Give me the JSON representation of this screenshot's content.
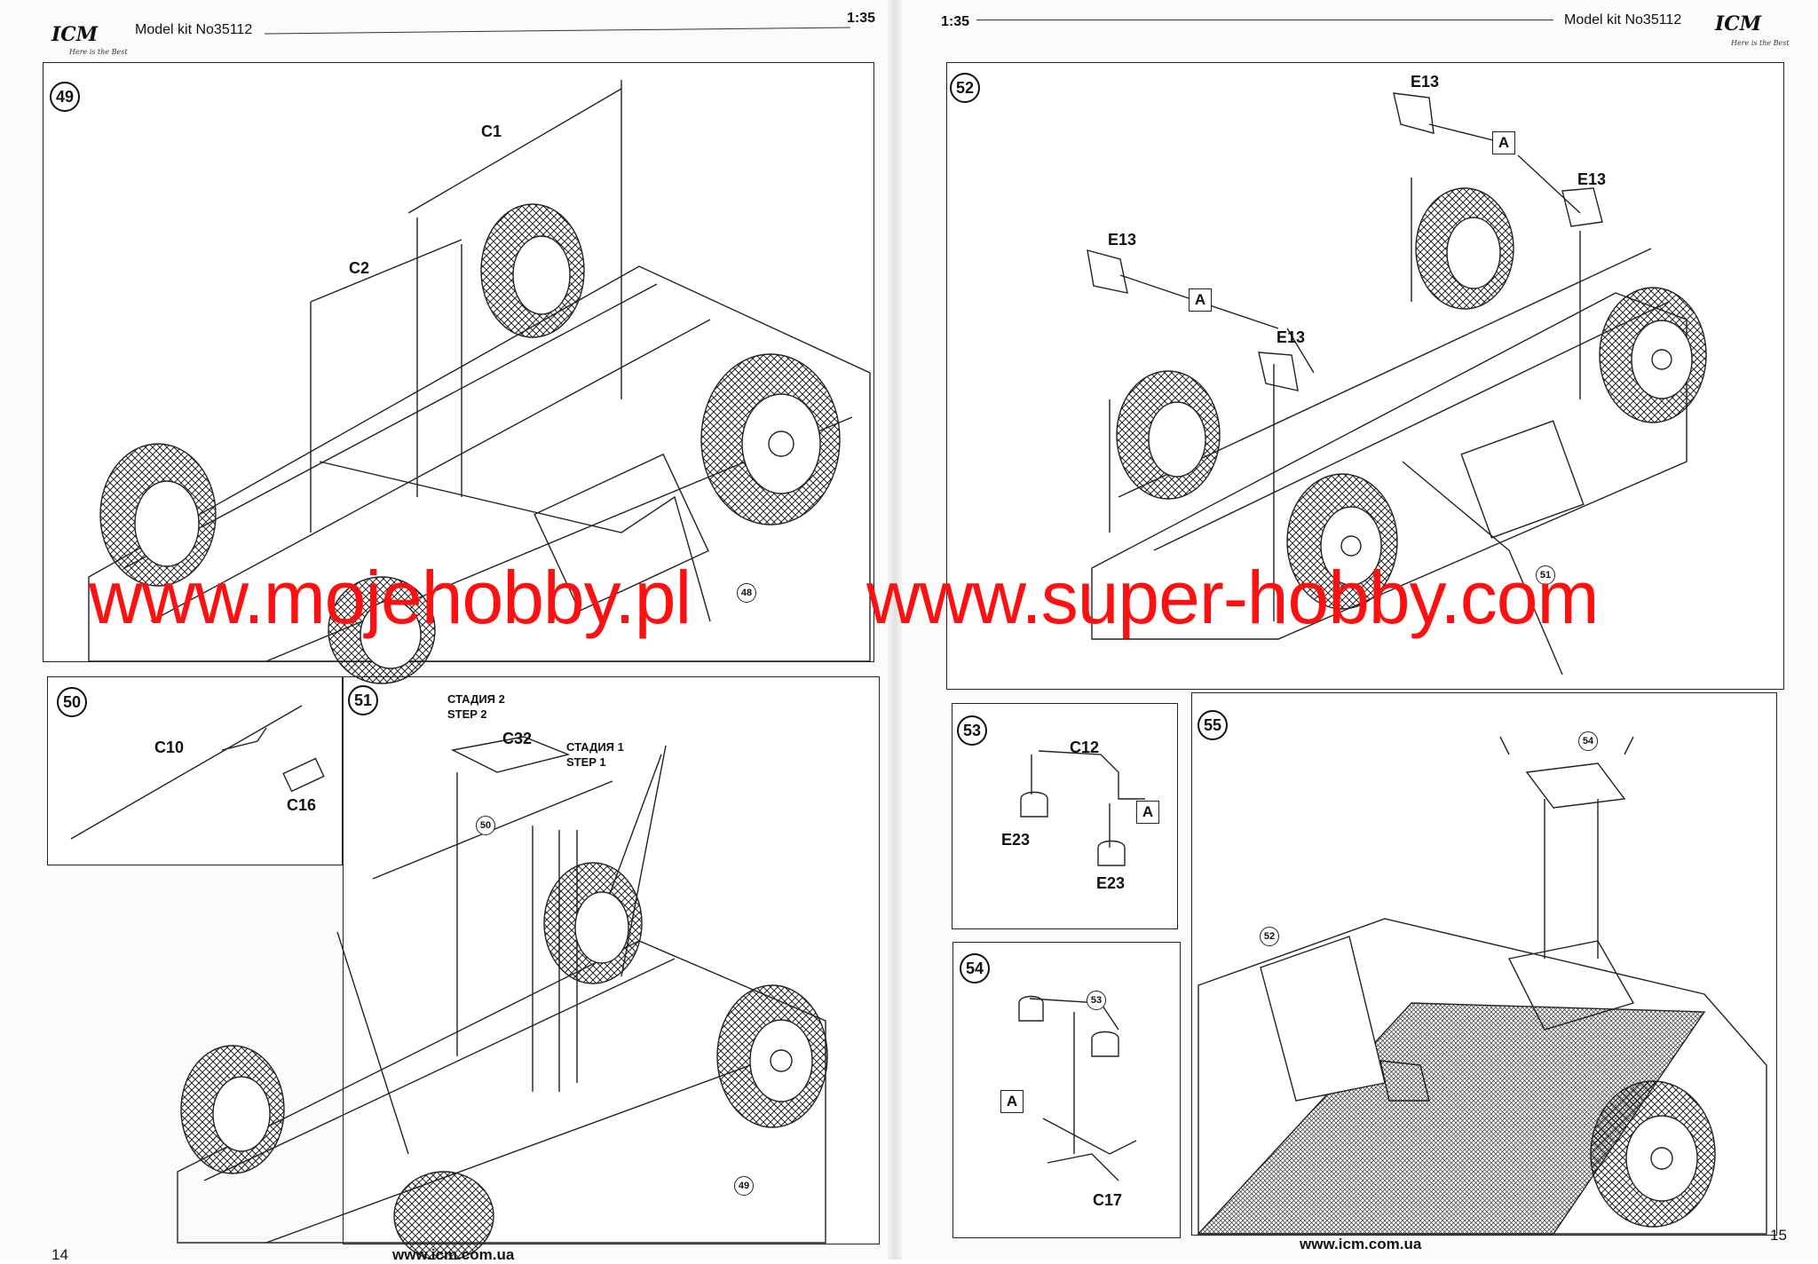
{
  "header": {
    "left": {
      "logo": "ICM",
      "tagline": "Here is the Best",
      "model_kit": "Model kit No35112",
      "scale": "1:35"
    },
    "right": {
      "scale": "1:35",
      "model_kit": "Model kit No35112",
      "logo": "ICM",
      "tagline": "Here is the Best"
    }
  },
  "steps": {
    "s49": {
      "number": "49",
      "labels": {
        "c1": "C1",
        "c2": "C2"
      },
      "ref": "48"
    },
    "s50": {
      "number": "50",
      "labels": {
        "c10": "C10",
        "c16": "C16"
      }
    },
    "s51": {
      "number": "51",
      "stage2": "СТАДИЯ 2",
      "step2": "STEP 2",
      "c32": "C32",
      "stage1": "СТАДИЯ 1",
      "step1": "STEP 1",
      "ref_a": "50",
      "ref_b": "49"
    },
    "s52": {
      "number": "52",
      "e13": "E13",
      "a": "A",
      "ref": "51"
    },
    "s53": {
      "number": "53",
      "c12": "C12",
      "e23": "E23",
      "a": "A"
    },
    "s54": {
      "number": "54",
      "ref": "53",
      "a": "A",
      "c17": "C17"
    },
    "s55": {
      "number": "55",
      "ref_a": "54",
      "ref_b": "52"
    }
  },
  "footer": {
    "left_page": "14",
    "left_url": "www.icm.com.ua",
    "right_url": "www.icm.com.ua",
    "right_page": "15"
  },
  "watermarks": {
    "left": "www.mojehobby.pl",
    "right": "www.super-hobby.com",
    "color": "#ff1010"
  }
}
